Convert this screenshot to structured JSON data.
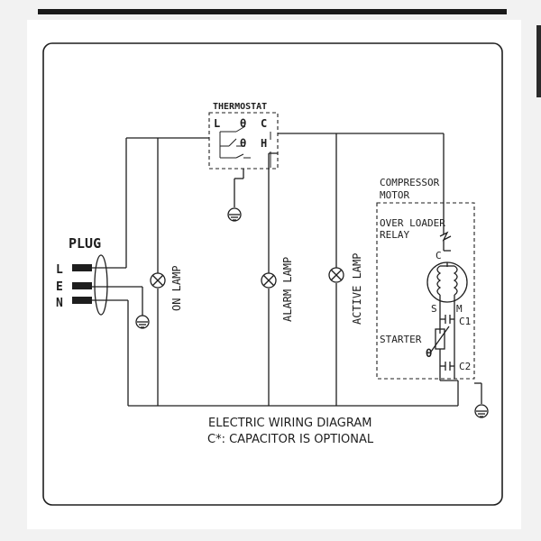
{
  "diagram": {
    "thermostat": {
      "title": "THERMOSTAT",
      "l": "L",
      "theta1": "θ",
      "c": "C",
      "theta2": "θ",
      "h": "H"
    },
    "plug": {
      "title": "PLUG",
      "l": "L",
      "e": "E",
      "n": "N"
    },
    "lamps": {
      "on_lamp": "ON LAMP",
      "alarm_lamp": "ALARM LAMP",
      "active_lamp": "ACTIVE LAMP"
    },
    "compressor": {
      "title_line1": "COMPRESSOR",
      "title_line2": "MOTOR",
      "overload_line1": "OVER LOADER",
      "overload_line2": "RELAY",
      "c": "C",
      "s": "S",
      "m": "M",
      "c1": "C1",
      "c2": "C2",
      "starter": "STARTER",
      "theta": "θ"
    },
    "caption": {
      "line1": "ELECTRIC WIRING DIAGRAM",
      "line2": "C*: CAPACITOR IS OPTIONAL"
    }
  }
}
